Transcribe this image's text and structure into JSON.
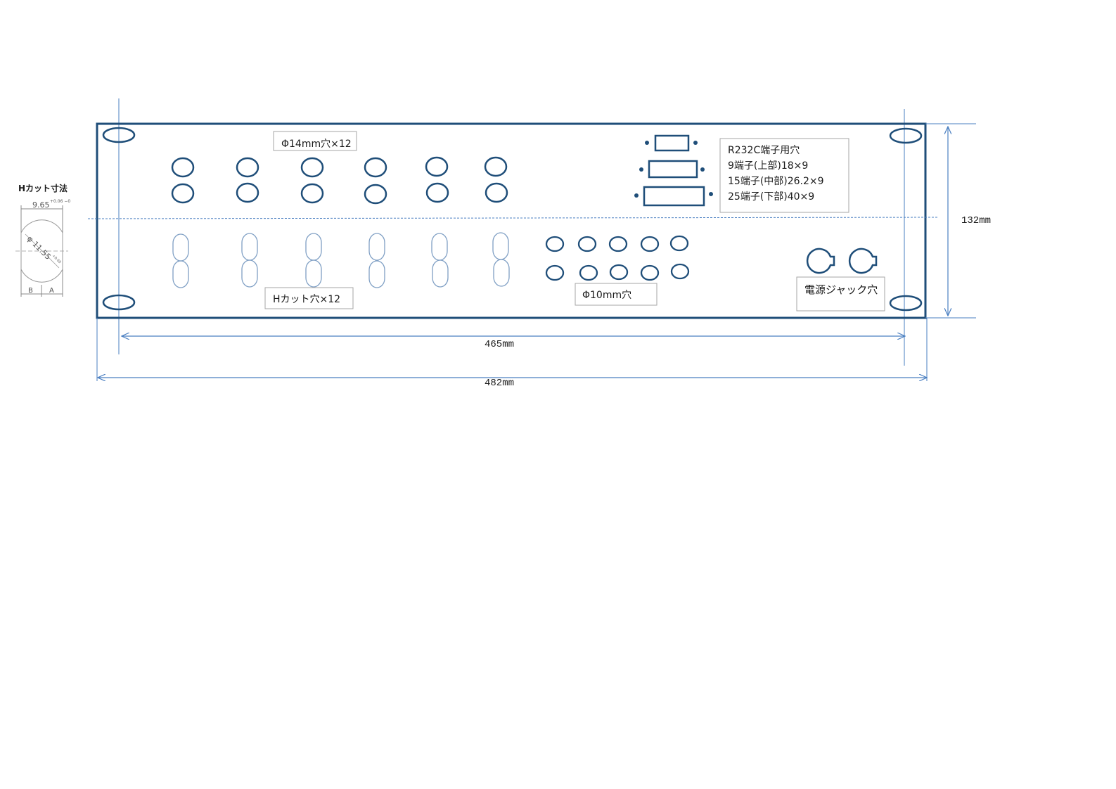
{
  "colors": {
    "panel_stroke": "#1f4e79",
    "dim_line": "#4a7fc1",
    "hcut_stroke": "#7f9fc4",
    "label_border": "#a6a6a6"
  },
  "inset": {
    "title": "Hカット寸法",
    "width_dim": "9.65",
    "width_tol": "+0.06 −0",
    "diameter_dim": "φ 11.55",
    "diameter_tol": "+0.05",
    "label_b": "B",
    "label_a": "A"
  },
  "labels": {
    "phi14": "Φ14mm穴×12",
    "hcut": "Hカット穴×12",
    "phi10": "Φ10mm穴",
    "rs232_line1": "R232C端子用穴",
    "rs232_line2": "9端子(上部)18×9",
    "rs232_line3": "15端子(中部)26.2×9",
    "rs232_line4": "25端子(下部)40×9",
    "power_jack": "電源ジャック穴"
  },
  "dimensions": {
    "height": "132mm",
    "inner_width": "465mm",
    "outer_width": "482mm"
  }
}
